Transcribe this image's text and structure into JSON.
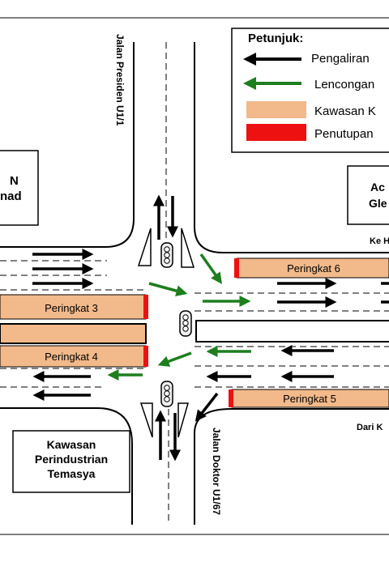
{
  "legend": {
    "title": "Petunjuk:",
    "items": [
      {
        "label": "Pengaliran",
        "swatch": "black-arrow",
        "color": "#000000"
      },
      {
        "label": "Lencongan",
        "swatch": "green-arrow",
        "color": "#1e7e1e"
      },
      {
        "label": "Kawasan K",
        "swatch": "tan-block",
        "color": "#f2b98a"
      },
      {
        "label": "Penutupan",
        "swatch": "red-block",
        "color": "#ee1111"
      }
    ]
  },
  "roads": {
    "north": "Jalan Presiden U1/1",
    "south": "Jalan Doktor U1/67"
  },
  "zones": {
    "peringkat_3": "Peringkat 3",
    "peringkat_4": "Peringkat 4",
    "peringkat_5": "Peringkat 5",
    "peringkat_6": "Peringkat 6"
  },
  "buildings": {
    "top_left_line1": "N",
    "top_left_line2": "nad",
    "top_right_line1": "Ac",
    "top_right_line2": "Gle",
    "bottom_left_line1": "Kawasan",
    "bottom_left_line2": "Perindustrian",
    "bottom_left_line3": "Temasya"
  },
  "direction_labels": {
    "to_east": "Ke H",
    "from_east": "Dari K"
  },
  "colors": {
    "flow": "#000000",
    "detour": "#1e7e1e",
    "work_zone": "#f2b98a",
    "closure": "#ee1111"
  }
}
